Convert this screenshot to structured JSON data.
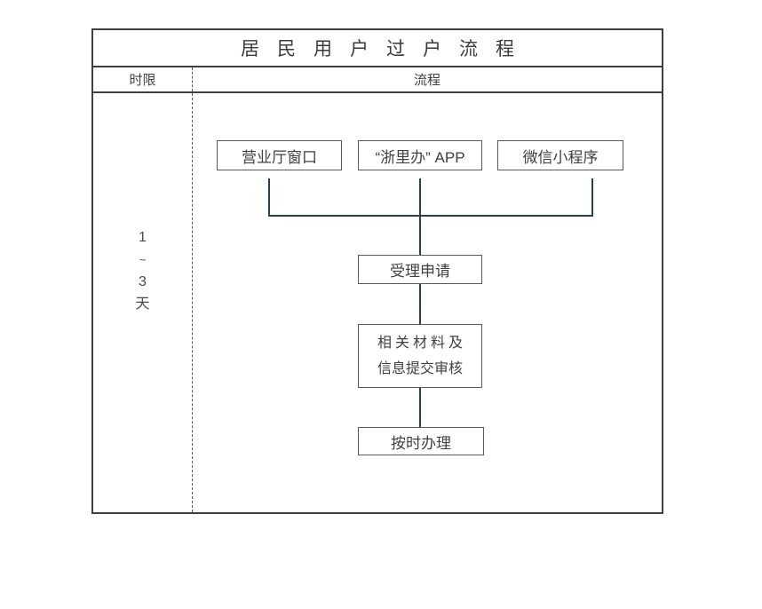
{
  "table": {
    "title": "居民用户过户流程",
    "header": {
      "time_limit": "时限",
      "process": "流程"
    },
    "time_limit": {
      "chars": [
        "1",
        "~",
        "3",
        "天"
      ]
    }
  },
  "flow": {
    "channels": [
      {
        "label": "营业厅窗口"
      },
      {
        "label": "“浙里办” APP"
      },
      {
        "label": "微信小程序"
      }
    ],
    "steps": {
      "accept": "受理申请",
      "materials_line1": "相关材料及",
      "materials_line2": "信息提交审核",
      "handle": "按时办理"
    }
  },
  "colors": {
    "table_border": "#404040",
    "box_border": "#595959",
    "connector": "#2c3e50",
    "text": "#404040",
    "background": "#ffffff"
  }
}
